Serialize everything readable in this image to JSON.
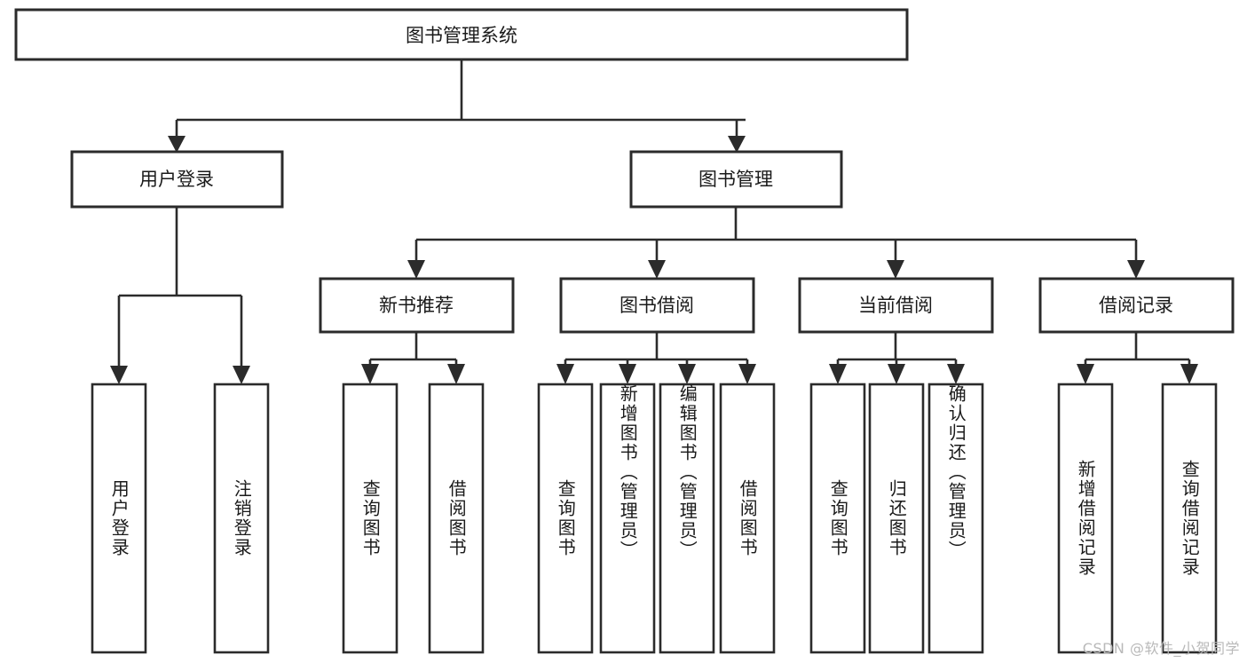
{
  "diagram": {
    "type": "tree-hierarchy",
    "title": "图书管理系统",
    "root": {
      "id": "root",
      "label": "图书管理系统"
    },
    "level2": [
      {
        "id": "user-login",
        "label": "用户登录"
      },
      {
        "id": "book-manage",
        "label": "图书管理"
      }
    ],
    "level3": [
      {
        "id": "new-book-recommend",
        "label": "新书推荐",
        "parent": "book-manage"
      },
      {
        "id": "book-borrow",
        "label": "图书借阅",
        "parent": "book-manage"
      },
      {
        "id": "current-borrow",
        "label": "当前借阅",
        "parent": "book-manage"
      },
      {
        "id": "borrow-record",
        "label": "借阅记录",
        "parent": "book-manage"
      }
    ],
    "leaves": [
      {
        "id": "leaf-user-login",
        "label": "用户登录",
        "parent": "user-login"
      },
      {
        "id": "leaf-logout-login",
        "label": "注销登录",
        "parent": "user-login"
      },
      {
        "id": "leaf-query-book-1",
        "label": "查询图书",
        "parent": "new-book-recommend"
      },
      {
        "id": "leaf-borrow-book-1",
        "label": "借阅图书",
        "parent": "new-book-recommend"
      },
      {
        "id": "leaf-query-book-2",
        "label": "查询图书",
        "parent": "book-borrow"
      },
      {
        "id": "leaf-add-book",
        "label": "新增图书（管理员）",
        "parent": "book-borrow"
      },
      {
        "id": "leaf-edit-book",
        "label": "编辑图书（管理员）",
        "parent": "book-borrow"
      },
      {
        "id": "leaf-borrow-book-2",
        "label": "借阅图书",
        "parent": "book-borrow"
      },
      {
        "id": "leaf-query-book-3",
        "label": "查询图书",
        "parent": "current-borrow"
      },
      {
        "id": "leaf-return-book",
        "label": "归还图书",
        "parent": "current-borrow"
      },
      {
        "id": "leaf-confirm-return",
        "label": "确认归还（管理员）",
        "parent": "current-borrow"
      },
      {
        "id": "leaf-add-record",
        "label": "新增借阅记录",
        "parent": "borrow-record"
      },
      {
        "id": "leaf-query-record",
        "label": "查询借阅记录",
        "parent": "borrow-record"
      }
    ]
  },
  "watermark": {
    "text": "CSDN @软件_小贺同学"
  },
  "colors": {
    "stroke": "#2b2b2b",
    "fill": "#ffffff",
    "text": "#1a1a1a",
    "watermark": "#b9b9b9"
  }
}
